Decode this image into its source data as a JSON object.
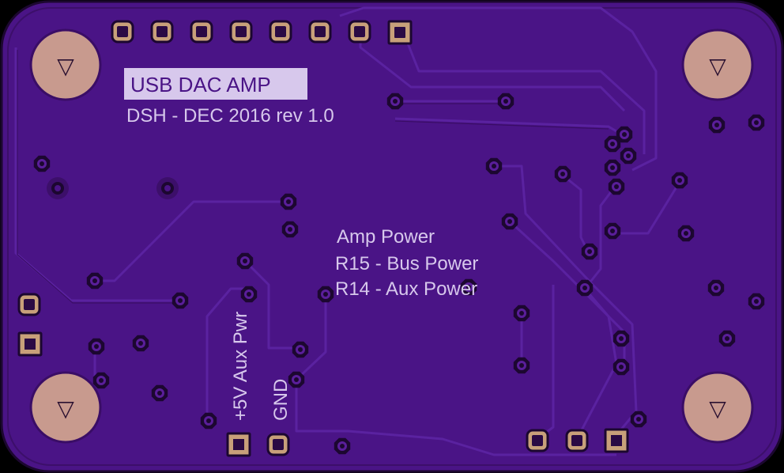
{
  "board": {
    "colors": {
      "substrate": "#4a1486",
      "copper": "#3e0e6e",
      "trace": "#5a1e9a",
      "pad": "#c8a07a",
      "pad_hole": "#2a0a44",
      "mount": "#c89a8e",
      "silk": "#d7c8ec"
    }
  },
  "labels": {
    "title": "USB DAC AMP",
    "subtitle": "DSH - DEC 2016 rev 1.0",
    "amp_power": "Amp Power",
    "r15": "R15 - Bus Power",
    "r14": "R14 - Aux Power",
    "aux_pwr": "+5V Aux Pwr",
    "gnd": "GND"
  },
  "mount_holes": [
    {
      "name": "top-left",
      "symbol": "▽"
    },
    {
      "name": "top-right",
      "symbol": "▽"
    },
    {
      "name": "bottom-left",
      "symbol": "▽"
    },
    {
      "name": "bottom-right",
      "symbol": "▽"
    }
  ]
}
